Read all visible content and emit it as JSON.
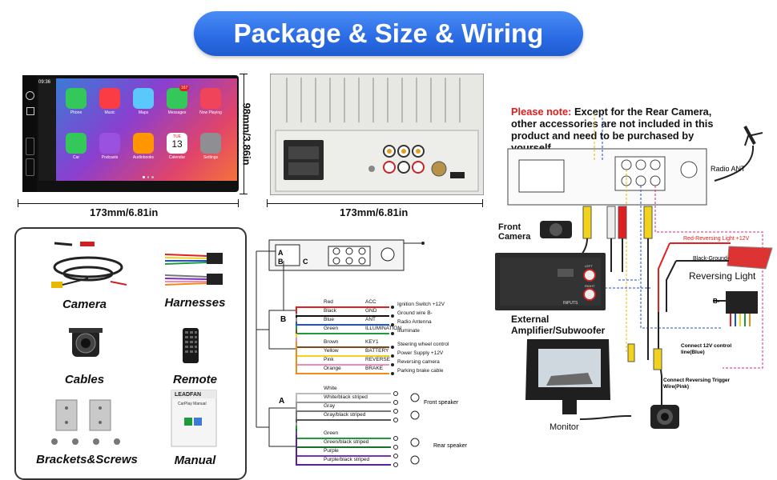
{
  "banner": {
    "title": "Package & Size & Wiring"
  },
  "dims": {
    "front_width": "173mm/6.81in",
    "height": "98mm/3.86in",
    "back_width": "173mm/6.81in"
  },
  "screen": {
    "time": "09:36",
    "apps_row1": [
      {
        "label": "Phone",
        "color": "#34c759"
      },
      {
        "label": "Music",
        "color": "#fc3c44"
      },
      {
        "label": "Maps",
        "color": "#5ac8fa"
      },
      {
        "label": "Messages",
        "color": "#34c759",
        "badge": "167"
      },
      {
        "label": "Now Playing",
        "color": "#f0445a"
      }
    ],
    "apps_row2": [
      {
        "label": "Car",
        "color": "#34c759"
      },
      {
        "label": "Podcasts",
        "color": "#9b51e0"
      },
      {
        "label": "Audiobooks",
        "color": "#ff9500"
      },
      {
        "label": "Calendar",
        "color": "#ffffff",
        "day": "TUE",
        "date": "13"
      },
      {
        "label": "Settings",
        "color": "#8e8e93"
      }
    ]
  },
  "package": {
    "items": [
      "Camera",
      "Harnesses",
      "Cables",
      "Remote",
      "Brackets&Screws",
      "Manual"
    ],
    "manual_brand": "LEADFAN",
    "manual_title": "CarPlay Manual"
  },
  "wiring": {
    "conn_a": "A",
    "conn_b": "B",
    "conn_c": "C",
    "b_wires": [
      {
        "color_name": "Red",
        "func": "ACC",
        "desc": "Ignition Switch +12V",
        "hex": "#e02020"
      },
      {
        "color_name": "Black",
        "func": "GND",
        "desc": "Ground wire B-",
        "hex": "#111111"
      },
      {
        "color_name": "Blue",
        "func": "ANT",
        "desc": "Radio Antenna",
        "hex": "#1e4fd8"
      },
      {
        "color_name": "Green",
        "func": "ILLUMINATION",
        "desc": "Illuminate",
        "hex": "#1f9a3a"
      },
      {
        "color_name": "Brown",
        "func": "KEY1",
        "desc": "Steering wheel control",
        "hex": "#7a4a1f"
      },
      {
        "color_name": "Yellow",
        "func": "BATTERY",
        "desc": "Power Supply +12V",
        "hex": "#f2d21b"
      },
      {
        "color_name": "Pink",
        "func": "REVERSE",
        "desc": "Reversing camera",
        "hex": "#f28bb8"
      },
      {
        "color_name": "Orange",
        "func": "BRAKE",
        "desc": "Parking brake cable",
        "hex": "#f08a1c"
      }
    ],
    "a_wires": [
      {
        "color_name": "White",
        "hex": "#bbbbbb"
      },
      {
        "color_name": "White/black striped",
        "hex": "#999999"
      },
      {
        "color_name": "Gray",
        "hex": "#777777"
      },
      {
        "color_name": "Gray/black striped",
        "hex": "#555555"
      },
      {
        "color_name": "Green",
        "hex": "#1f9a3a"
      },
      {
        "color_name": "Green/black striped",
        "hex": "#16702a"
      },
      {
        "color_name": "Purple",
        "hex": "#7a2fbf"
      },
      {
        "color_name": "Purple/black striped",
        "hex": "#5a1f9a"
      }
    ],
    "front_speaker": "Front speaker",
    "rear_speaker": "Rear speaker"
  },
  "connection": {
    "note_label": "Please note:",
    "note_text": "Except for the Rear Camera, other accessories are not included in this product and need to be purchased by yourself.",
    "radio_ant": "Radio ANT",
    "front_camera": "Front Camera",
    "external_amp": "External Amplifier/Subwoofer",
    "monitor": "Monitor",
    "red_rev_light": "Red-Reversing Light +12V",
    "black_ground": "Black-Ground-",
    "reversing_light": "Reversing Light",
    "b_label": "B-",
    "control_line": "Connect 12V control line(Blue)",
    "trigger_wire": "Connect Reversing Trigger Wire(Pink)",
    "amp_inputs": "INPUTS",
    "amp_left": "LEFT",
    "amp_right": "RIGHT"
  }
}
